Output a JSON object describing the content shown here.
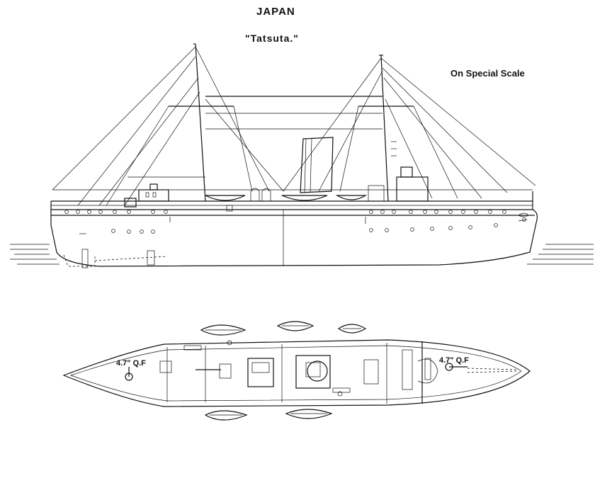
{
  "header": {
    "country": "JAPAN",
    "ship_name": "\"Tatsuta.\"",
    "scale_note": "On Special Scale"
  },
  "plan_view": {
    "fore_gun_label": "4.7\" Q.F",
    "aft_gun_label": "4.7\" Q.F"
  }
}
